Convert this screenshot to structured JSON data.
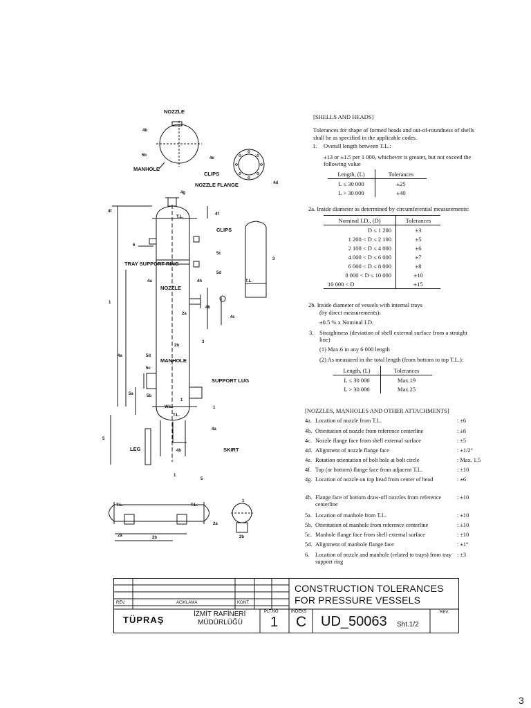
{
  "shells": {
    "heading": "[SHELLS AND HEADS]",
    "intro1": "Tolerances for shape of formed heads and out-of-roundness of shells",
    "intro2": "shall be as specified in the applicable codes.",
    "item1_num": "1.",
    "item1_text": "Overall length between T.L.:",
    "item1_sub1": "±13 or ±1.5 per 1 000, whichever is greater, but not exceed the",
    "item1_sub2": "following value",
    "table1": {
      "headers": [
        "Length, (L)",
        "Tolerances"
      ],
      "rows": [
        [
          "L ≤ 30 000",
          "±25"
        ],
        [
          "L > 30 000",
          "±40"
        ]
      ]
    },
    "item2a": "2a.  Inside diameter as determined by circumferential measurements:",
    "table2": {
      "headers": [
        "Nominal I.D., (D)",
        "Tolerances"
      ],
      "rows": [
        [
          "D ≤   1 200",
          "±3"
        ],
        [
          "1 200 < D ≤   2 100",
          "±5"
        ],
        [
          "2 100 < D ≤   4 000",
          "±6"
        ],
        [
          "4 000 < D ≤   6 000",
          "±7"
        ],
        [
          "6 000 < D ≤   8 000",
          "±8"
        ],
        [
          "8 000 < D ≤  10 000",
          "±10"
        ],
        [
          "10 000 < D",
          "±15"
        ]
      ]
    },
    "item2b_1": "2b.  Inside diameter of vessels with internal trays",
    "item2b_2": "(by direct measurements):",
    "item2b_3": "±0.5 % x Nominal I.D.",
    "item3_num": "3.",
    "item3_1": "Straightness (deviation of shell external surface from a straight",
    "item3_2": "line)",
    "item3_a": "(1)  Max.6 in any 6 000 length",
    "item3_b": "(2)  As measured in the total length (from bottom to top T.L.):",
    "table3": {
      "headers": [
        "Length, (L)",
        "Tolerances"
      ],
      "rows": [
        [
          "L ≤ 30 000",
          "Max.19"
        ],
        [
          "L > 30 000",
          "Max.25"
        ]
      ]
    }
  },
  "nozzles": {
    "heading": "[NOZZLES, MANHOLES AND OTHER ATTACHMENTS]",
    "items": [
      {
        "id": "4a.",
        "desc": "Location of nozzle from T.L.",
        "val": ":  ±6"
      },
      {
        "id": "4b.",
        "desc": "Orientation of nozzle from reference centerline",
        "val": ":  ±6"
      },
      {
        "id": "4c.",
        "desc": "Nozzle flange face from shell external surface",
        "val": ":  ±5"
      },
      {
        "id": "4d.",
        "desc": "Alignment of nozzle flange face",
        "val": ":  ±1/2°"
      },
      {
        "id": "4e.",
        "desc": "Rotation orientation of bolt hole at bolt circle",
        "val": ":  Max. 1.5"
      },
      {
        "id": "4f.",
        "desc": "Top (or bottom) flange face from adjacent T.L.",
        "val": ":  ±10"
      },
      {
        "id": "4g.",
        "desc": "Location of nozzle on top head from center of head",
        "val": ":  ±6"
      },
      {
        "id": "4h.",
        "desc": "Flange face of bottom draw-off nozzles from reference centerline",
        "val": ":  ±10"
      },
      {
        "id": "5a.",
        "desc": "Location of manhole from T.L.",
        "val": ":  ±10"
      },
      {
        "id": "5b.",
        "desc": "Orientation of manhole from reference centerline",
        "val": ":  ±10"
      },
      {
        "id": "5c.",
        "desc": "Manhole flange face from shell external surface",
        "val": ":  ±10"
      },
      {
        "id": "5d.",
        "desc": "Alignment of manhole flange face",
        "val": ":  ±1°"
      },
      {
        "id": "6.",
        "desc": "Location of nozzle and manhole (related to trays) from tray support ring",
        "val": ":  ±3"
      }
    ]
  },
  "drawing": {
    "nozzle": "NOZZLE",
    "manhole": "MANHOLE",
    "clips": "CLIPS",
    "nozzle_flange": "NOZZLE FLANGE",
    "clips2": "CLIPS",
    "tray_support_ring": "TRAY SUPPORT RING",
    "nozzle2": "NOZZLE",
    "manhole2": "MANHOLE",
    "support_lug": "SUPPORT LUG",
    "leg": "LEG",
    "skirt": "SKIRT",
    "tl": "T.L.",
    "wl": "W.L.",
    "b4a": "4a",
    "b4b": "4b",
    "b4c": "4c",
    "b4d": "4d",
    "b4e": "4e",
    "b4f": "4f",
    "b4g": "4g",
    "b4h": "4h",
    "b5a": "5a",
    "b5b": "5b",
    "b5c": "5c",
    "b5d": "5d",
    "b1": "1",
    "b2a": "2a",
    "b2b": "2b",
    "b3": "3",
    "b6": "6",
    "b5": "5"
  },
  "title_block": {
    "title_line1": "CONSTRUCTION TOLERANCES",
    "title_line2": "FOR PRESSURE VESSELS",
    "rev_label": "REV.",
    "aciklama_label": "ACIKLAMA",
    "kont_label": "KONT.",
    "company_logo": "TÜPRAŞ",
    "company_name1": "İZMİT RAFİNERİ",
    "company_name2": "MÜDÜRLÜĞÜ",
    "pltno_label": "PLT.NO",
    "pltno": "1",
    "indeks_label": "INDEKS",
    "indeks": "C",
    "doc_no": "UD_50063",
    "sheet": "Sht.1/2",
    "rev_label2": "REV."
  },
  "page_mark": "3"
}
